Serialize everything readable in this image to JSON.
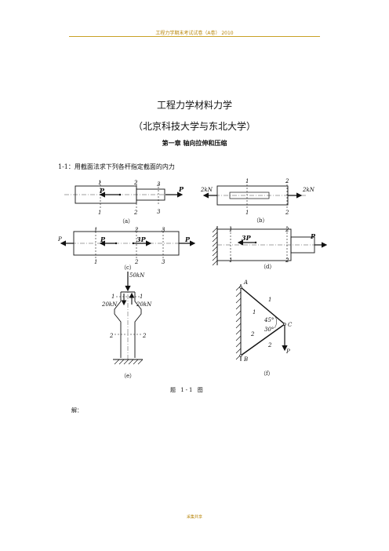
{
  "page": {
    "header_text": "工程力学期末考试试卷（A卷） 2010",
    "title": "工程力学材料力学",
    "subtitle": "（北京科技大学与东北大学）",
    "chapter": "第一章 轴向拉伸和压缩",
    "problem": "1-1：用截面法求下列各杆指定截面的内力",
    "answer_label": "解：",
    "footer_text": "采集共享"
  },
  "figure": {
    "caption": "题 1-1 图",
    "subfig_a": {
      "label": "（a）",
      "load_left": "P",
      "load_right": "P",
      "sections": [
        "1",
        "2",
        "3"
      ]
    },
    "subfig_b": {
      "label": "（b）",
      "load_left": "2kN",
      "load_right": "2kN",
      "sections": [
        "1",
        "2"
      ]
    },
    "subfig_c": {
      "label": "（c）",
      "load_left": "P",
      "load_mid1": "P",
      "load_mid2": "3P",
      "load_right": "P",
      "sections": [
        "1",
        "2",
        "3"
      ]
    },
    "subfig_d": {
      "label": "（d）",
      "load_mid": "3P",
      "load_right": "P",
      "sections": [
        "1",
        "2"
      ]
    },
    "subfig_e": {
      "label": "（e）",
      "load_top": "50kN",
      "load_left": "20kN",
      "load_right": "20kN",
      "sections": [
        "1",
        "2"
      ]
    },
    "subfig_f": {
      "label": "（f）",
      "points": [
        "A",
        "B",
        "C"
      ],
      "angle_top": "45°",
      "angle_bottom": "30°",
      "load": "P",
      "members": [
        "1",
        "2"
      ]
    }
  }
}
